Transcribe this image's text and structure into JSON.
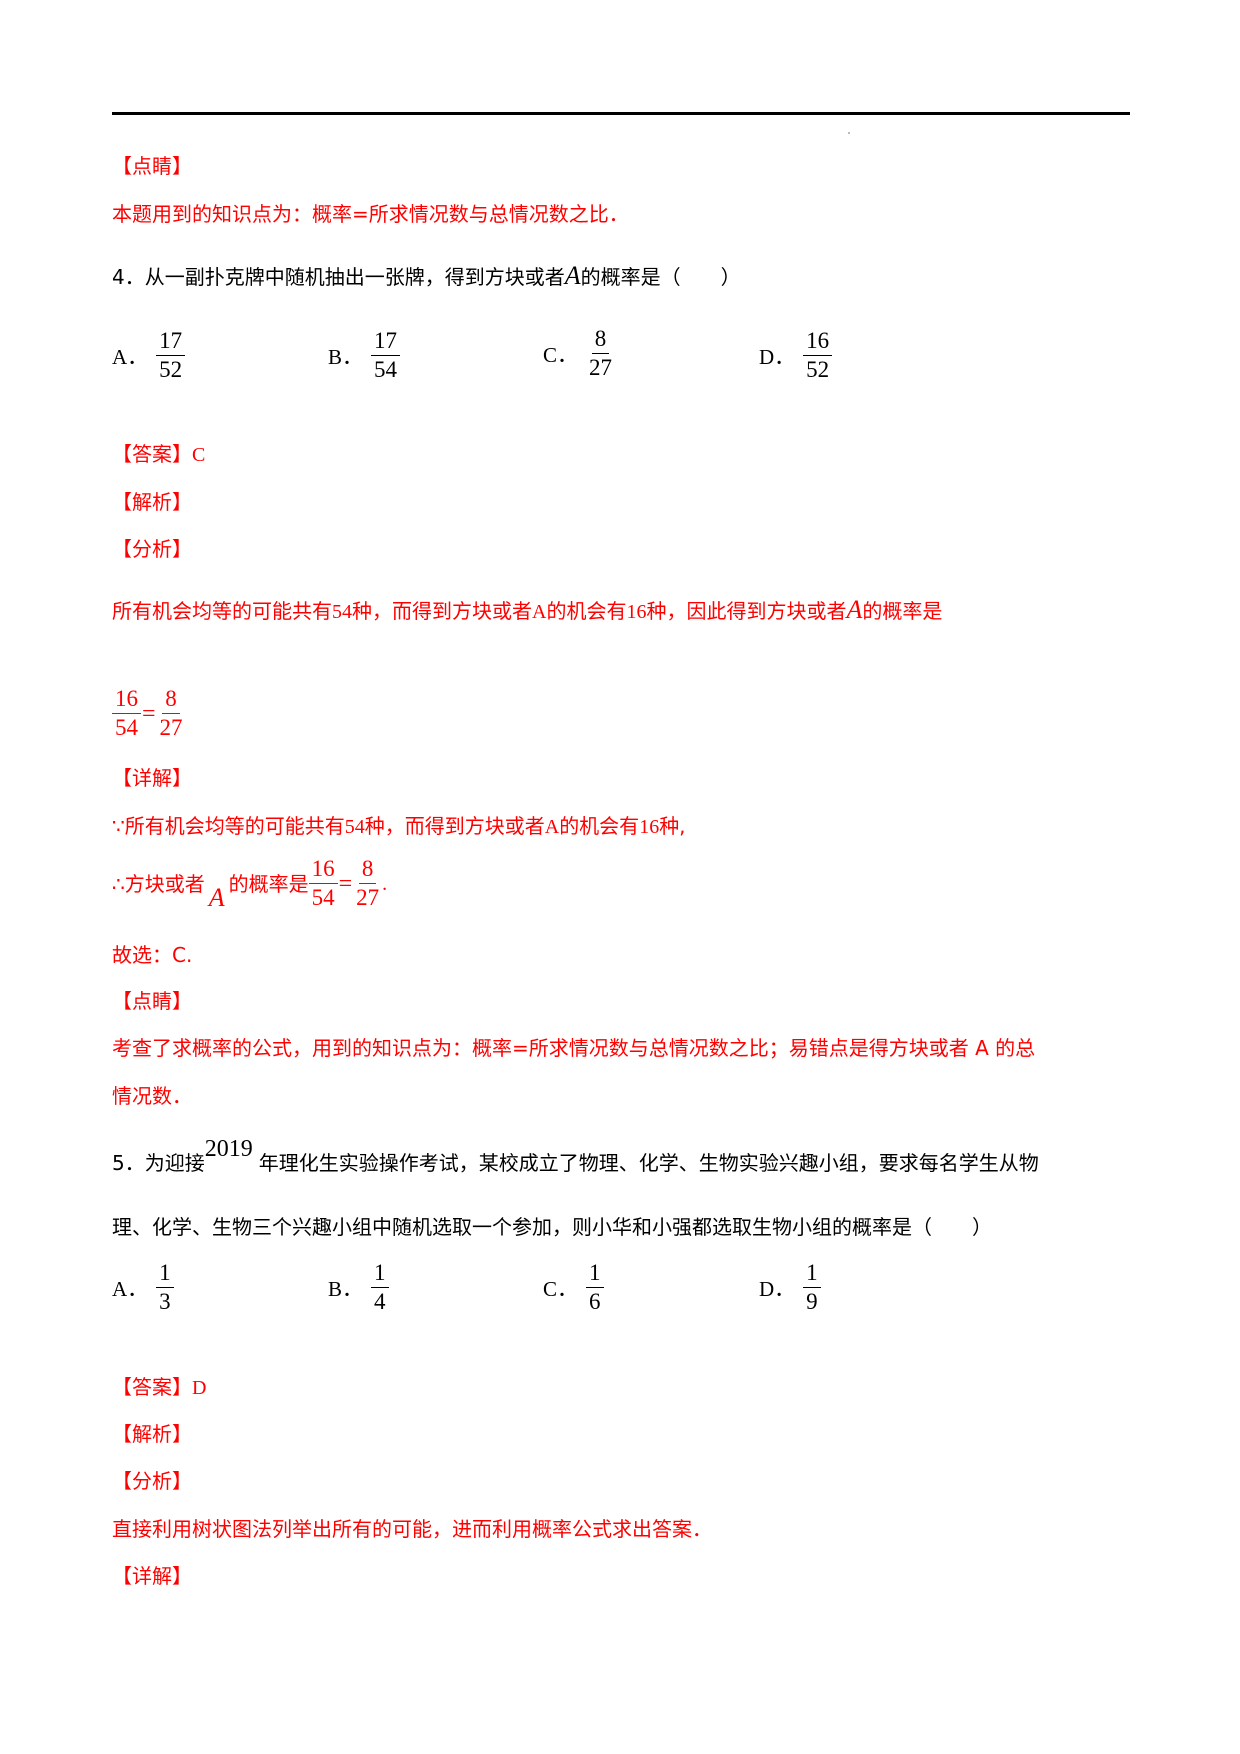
{
  "doc": {
    "dianjing_label": "【点睛】",
    "dianjing_text": "本题用到的知识点为：概率=所求情况数与总情况数之比．",
    "q4": {
      "stem_pre": "4．从一副扑克牌中随机抽出一张牌，得到方块或者",
      "stem_var": "A",
      "stem_post": "的概率是（　　）",
      "options": [
        {
          "label": "A．",
          "num": "17",
          "den": "52"
        },
        {
          "label": "B．",
          "num": "17",
          "den": "54"
        },
        {
          "label": "C．",
          "num": "8",
          "den": "27"
        },
        {
          "label": "D．",
          "num": "16",
          "den": "52"
        }
      ],
      "answer_label": "【答案】",
      "answer_value": "C",
      "jiexi_label": "【解析】",
      "fenxi_label": "【分析】",
      "fenxi_pre": "所有机会均等的可能共有",
      "fenxi_n1": "54",
      "fenxi_mid1": "种，而得到方块或者",
      "fenxi_A": "A",
      "fenxi_mid2": "的机会有",
      "fenxi_n2": "16",
      "fenxi_mid3": "种，因此得到方块或者",
      "fenxi_var": "A",
      "fenxi_post": "的概率是",
      "eq_num1": "16",
      "eq_den1": "54",
      "eq_sign": "=",
      "eq_num2": "8",
      "eq_den2": "27",
      "xiangjie_label": "【详解】",
      "xj1_pre": "∵所有机会均等的可能共有",
      "xj1_n1": "54",
      "xj1_mid1": "种，而得到方块或者",
      "xj1_A": "A",
      "xj1_mid2": "的机会有",
      "xj1_n2": "16",
      "xj1_post": "种,",
      "xj2_pre": "∴方块或者",
      "xj2_var": "A",
      "xj2_mid": "的概率是",
      "xj2_num1": "16",
      "xj2_den1": "54",
      "xj2_sign": "=",
      "xj2_num2": "8",
      "xj2_den2": "27",
      "xj2_end": ".",
      "guxuan": "故选：C.",
      "dianjing_label": "【点睛】",
      "dianjing_line1": "考查了求概率的公式，用到的知识点为：概率=所求情况数与总情况数之比；易错点是得方块或者 A 的总",
      "dianjing_line2": "情况数．"
    },
    "q5": {
      "stem_pre": "5．为迎接",
      "stem_year": "2019",
      "stem_line1_post": "年理化生实验操作考试，某校成立了物理、化学、生物实验兴趣小组，要求每名学生从物",
      "stem_line2": "理、化学、生物三个兴趣小组中随机选取一个参加，则小华和小强都选取生物小组的概率是（　　）",
      "options": [
        {
          "label": "A．",
          "num": "1",
          "den": "3"
        },
        {
          "label": "B．",
          "num": "1",
          "den": "4"
        },
        {
          "label": "C．",
          "num": "1",
          "den": "6"
        },
        {
          "label": "D．",
          "num": "1",
          "den": "9"
        }
      ],
      "answer_label": "【答案】",
      "answer_value": "D",
      "jiexi_label": "【解析】",
      "fenxi_label": "【分析】",
      "fenxi_text": "直接利用树状图法列举出所有的可能，进而利用概率公式求出答案．",
      "xiangjie_label": "【详解】"
    }
  }
}
